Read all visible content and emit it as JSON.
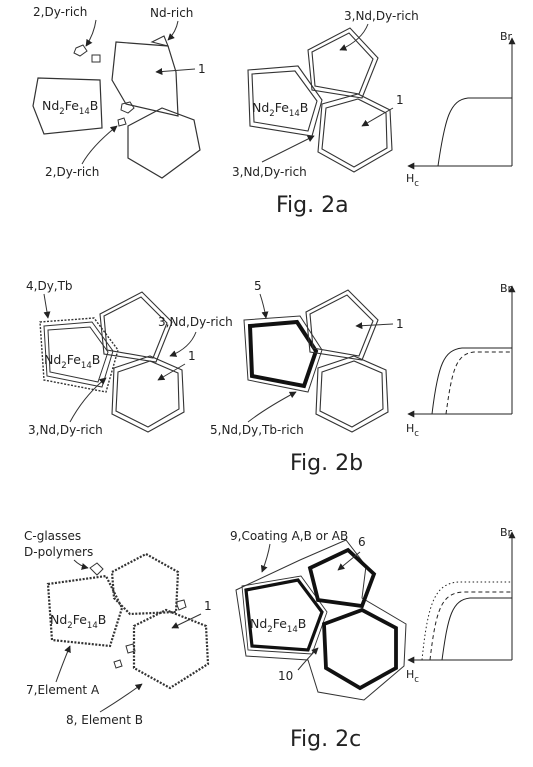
{
  "compound": {
    "a": "Nd",
    "b": "2",
    "c": "Fe",
    "d": "14",
    "e": "B"
  },
  "axis": {
    "br": "Br",
    "hc": "H",
    "hc_sub": "c"
  },
  "fig2a": {
    "caption": "Fig. 2a",
    "label_dy_rich_top": "2,Dy-rich",
    "label_nd_rich": "Nd-rich",
    "label_one_left": "1",
    "label_dy_rich_bottom": "2,Dy-rich",
    "label_ndy_top": "3,Nd,Dy-rich",
    "label_one_mid": "1",
    "label_ndy_bottom": "3,Nd,Dy-rich"
  },
  "fig2b": {
    "caption": "Fig. 2b",
    "label_dytb": "4,Dy,Tb",
    "label_ndy_top": "3,Nd,Dy-rich",
    "label_one_left": "1",
    "label_ndy_bottom": "3,Nd,Dy-rich",
    "label_five": "5",
    "label_one_right": "1",
    "label_ndytb": "5,Nd,Dy,Tb-rich"
  },
  "fig2c": {
    "caption": "Fig. 2c",
    "label_glasses": "C-glasses",
    "label_polymers": "D-polymers",
    "label_one": "1",
    "label_element_a": "7,Element A",
    "label_element_b": "8, Element B",
    "label_coating": "9,Coating A,B or AB",
    "label_six": "6",
    "label_ten": "10"
  }
}
